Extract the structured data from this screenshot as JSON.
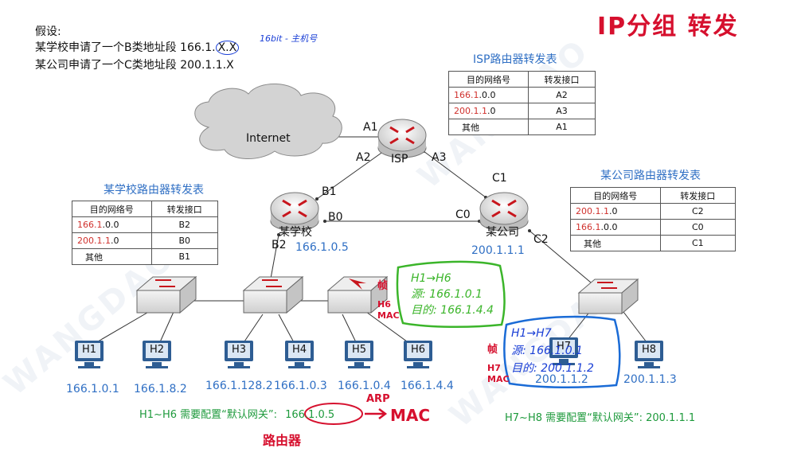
{
  "title_handwritten": "IP分组 转发",
  "assumption": {
    "heading": "假设:",
    "line1_prefix": "某学校申请了一个B类地址段 166.1.",
    "line1_suffix": "X.X",
    "line2": "某公司申请了一个C类地址段 200.1.1.X",
    "annotation": "16bit - 主机号"
  },
  "isp_table": {
    "title": "ISP路由器转发表",
    "headers": [
      "目的网络号",
      "转发接口"
    ],
    "rows": [
      {
        "prefix": "166.1",
        "rest": ".0.0",
        "iface": "A2"
      },
      {
        "prefix": "200.1.1",
        "rest": ".0",
        "iface": "A3"
      },
      {
        "prefix": "其他",
        "rest": "",
        "iface": "A1"
      }
    ]
  },
  "school_table": {
    "title": "某学校路由器转发表",
    "headers": [
      "目的网络号",
      "转发接口"
    ],
    "rows": [
      {
        "prefix": "166.1",
        "rest": ".0.0",
        "iface": "B2"
      },
      {
        "prefix": "200.1.1",
        "rest": ".0",
        "iface": "B0"
      },
      {
        "prefix": "其他",
        "rest": "",
        "iface": "B1"
      }
    ]
  },
  "company_table": {
    "title": "某公司路由器转发表",
    "headers": [
      "目的网络号",
      "转发接口"
    ],
    "rows": [
      {
        "prefix": "200.1.1",
        "rest": ".0",
        "iface": "C2"
      },
      {
        "prefix": "166.1",
        "rest": ".0.0",
        "iface": "C0"
      },
      {
        "prefix": "其他",
        "rest": "",
        "iface": "C1"
      }
    ]
  },
  "network": {
    "internet": "Internet",
    "isp": "ISP",
    "school_router": "某学校",
    "company_router": "某公司",
    "interfaces": {
      "A1": "A1",
      "A2": "A2",
      "A3": "A3",
      "B0": "B0",
      "B1": "B1",
      "B2": "B2",
      "C0": "C0",
      "C1": "C1",
      "C2": "C2"
    },
    "school_gw_ip": "166.1.0.5",
    "company_gw_ip": "200.1.1.1"
  },
  "hosts": [
    {
      "name": "H1",
      "ip": "166.1.0.1"
    },
    {
      "name": "H2",
      "ip": "166.1.8.2"
    },
    {
      "name": "H3",
      "ip": "166.1.128.2"
    },
    {
      "name": "H4",
      "ip": "166.1.0.3"
    },
    {
      "name": "H5",
      "ip": "166.1.0.4"
    },
    {
      "name": "H6",
      "ip": "166.1.4.4"
    },
    {
      "name": "H7",
      "ip": "200.1.1.2"
    },
    {
      "name": "H8",
      "ip": "200.1.1.3"
    }
  ],
  "gateway_notes": {
    "school": "H1~H6 需要配置“默认网关”:",
    "school_value": "166.1.0.5",
    "company": "H7~H8 需要配置“默认网关”: 200.1.1.1"
  },
  "handwritten": {
    "green_box": [
      "H1→H6",
      "源: 166.1.0.1",
      "目的: 166.1.4.4"
    ],
    "blue_box": [
      "H1→H7",
      "源: 166.1.0.1",
      "目的: 200.1.1.2"
    ],
    "frame_label": "帧",
    "mac_note_left": [
      "H6",
      "MAC"
    ],
    "mac_note_right": [
      "H7",
      "MAC"
    ],
    "arp": "ARP",
    "mac": "MAC",
    "router": "路由器"
  },
  "colors": {
    "blue_label": "#2f6fc4",
    "red": "#d0312d",
    "green": "#1e9a3c",
    "hw_red": "#d6102e",
    "hw_blue": "#1a3fd6",
    "hw_green": "#3bb52a"
  }
}
